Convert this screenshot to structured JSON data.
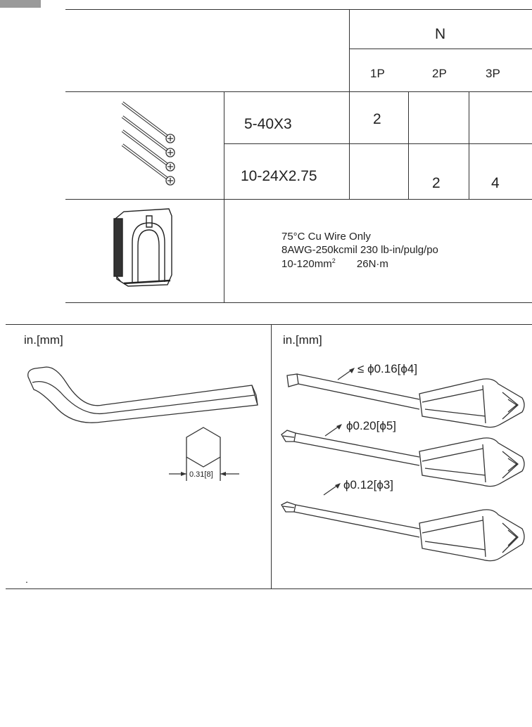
{
  "table": {
    "header_group": "N",
    "columns": [
      "1P",
      "2P",
      "3P"
    ],
    "screw_rows": [
      {
        "spec": "5-40X3",
        "values": [
          "2",
          "",
          ""
        ]
      },
      {
        "spec": "10-24X2.75",
        "values": [
          "",
          "2",
          "4"
        ]
      }
    ],
    "lug_text": {
      "line1": "75°C Cu Wire Only",
      "line2": "8AWG-250kcmil 230 lb-in/pulg/po",
      "line3_a": "10-120mm",
      "line3_sup": "2",
      "line3_b": "26N·m"
    }
  },
  "tools": {
    "left": {
      "unit_label": "in.[mm]",
      "hex_dim": "0.31[8]",
      "icon": "hex-key-icon"
    },
    "right": {
      "unit_label": "in.[mm]",
      "screwdrivers": [
        {
          "prefix": "≤",
          "size": "ϕ0.16[ϕ4]",
          "icon": "flat-screwdriver-icon"
        },
        {
          "prefix": "",
          "size": "ϕ0.20[ϕ5]",
          "icon": "phillips-screwdriver-icon"
        },
        {
          "prefix": "",
          "size": "ϕ0.12[ϕ3]",
          "icon": "phillips-screwdriver-icon"
        }
      ]
    },
    "footnote_mark": "."
  },
  "colors": {
    "line": "#333333",
    "tab": "#9a9a9a"
  }
}
